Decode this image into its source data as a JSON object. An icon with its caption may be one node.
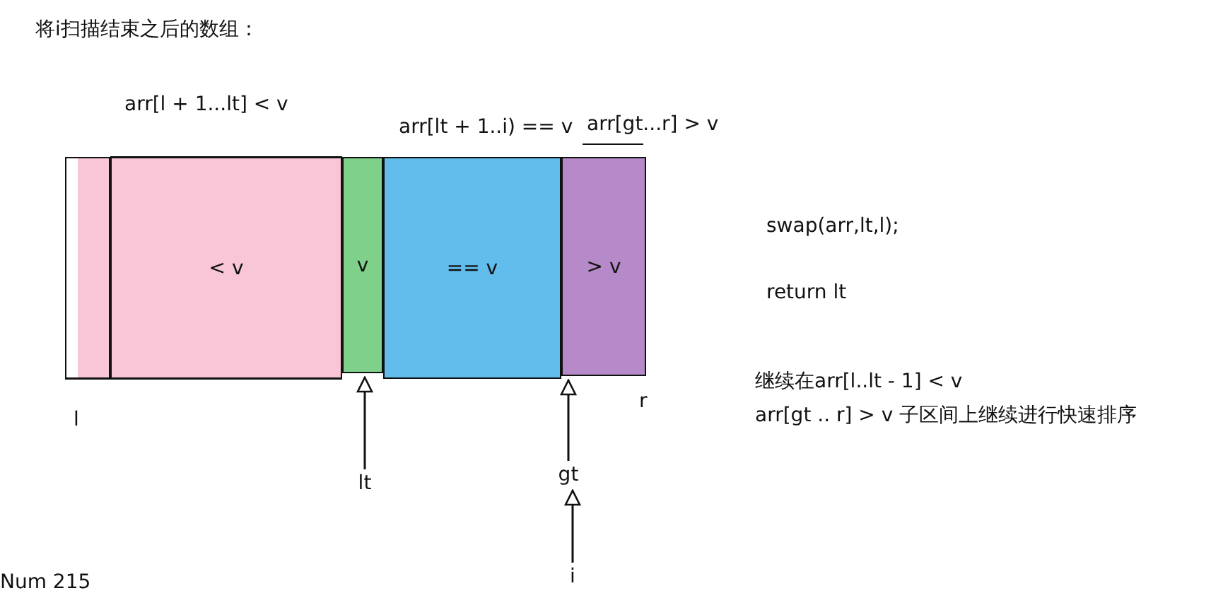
{
  "diagram": {
    "title": "将i扫描结束之后的数组：",
    "nodes": [
      {
        "text": [],
        "shape": "box"
      },
      {
        "text": [
          "< v"
        ]
      },
      {
        "text": [
          "v"
        ]
      },
      {
        "text": [
          "== v"
        ]
      },
      {
        "text": [
          "> v"
        ]
      },
      {
        "text": [
          "lt"
        ]
      },
      {
        "text": [
          "gt"
        ]
      },
      {
        "text": [
          "i"
        ]
      }
    ],
    "edges": [
      {
        "from": 5,
        "to": 2,
        "arrow": "to"
      },
      {
        "from": 6,
        "to": 4,
        "arrow": "to"
      },
      {
        "from": 7,
        "to": 6,
        "arrow": "to"
      }
    ],
    "labels": [
      "arr[l + 1...lt] < v",
      "arr[lt + 1..i) == v",
      "arr[gt...r] > v",
      "swap(arr,lt,l);",
      "return lt",
      "l",
      "r",
      "继续在arr[l..lt - 1] < v",
      "arr[gt .. r] > v  子区间上继续进行快速排序",
      "Num 215"
    ]
  }
}
